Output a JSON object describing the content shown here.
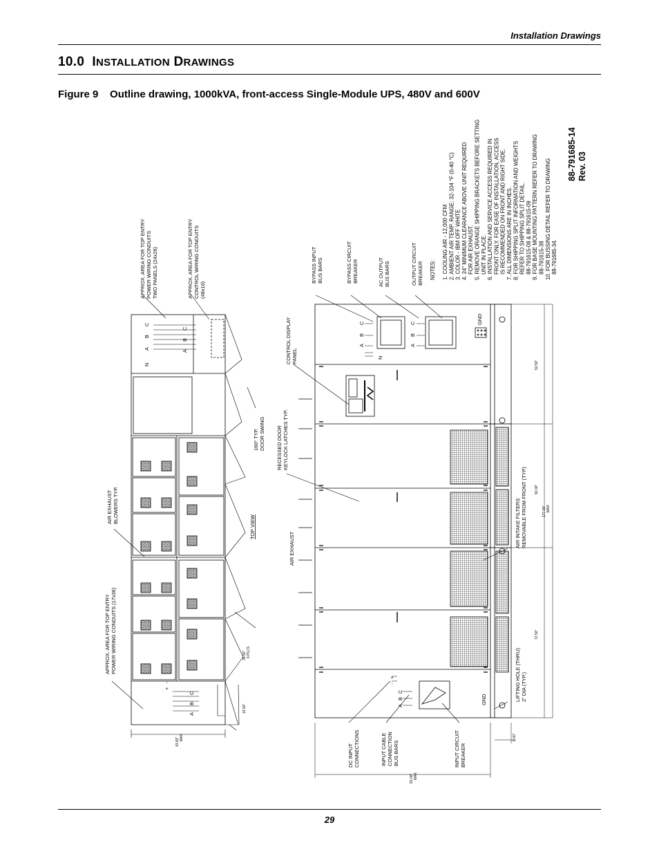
{
  "header": {
    "section": "Installation Drawings"
  },
  "section": {
    "number": "10.0",
    "title_cap1": "I",
    "title_rest1": "NSTALLATION",
    "title_cap2": "D",
    "title_rest2": "RAWINGS"
  },
  "figure": {
    "label": "Figure 9",
    "caption": "Outline drawing, 1000kVA, front-access Single-Module UPS, 480V and 600V"
  },
  "drawing_number": {
    "number": "88-791685-14",
    "revision": "Rev. 03"
  },
  "notes": {
    "heading": "NOTES:",
    "lines": [
      "1. COOLING AIR - 12,000 CFM",
      "2. AMBIENT AIR TEMP. RANGE: 32-104 °F (0-40 °C)",
      "3. COLOR - IBM OFF WHITE",
      "4. 24\" MINIMUM CLEARANCE ABOVE UNIT REQUIRED",
      "FOR AIR EXHAUST.",
      "5. REMOVE ORANGE SHIPPING BRACKETS BEFORE SETTING",
      "UNIT IN PLACE.",
      "6. INSTALLATION AND SERVICE ACCESS REQUIRED IN",
      "FRONT ONLY. FOR EASE OF INSTALLATION, ACCESS",
      "IS RECOMMENDED ON FRONT AND RIGHT SIDE.",
      "7. ALL DIMENSIONS ARE IN INCHES.",
      "8. FOR SHIPPING SPLIT INFORMATION AND WEIGHTS",
      "REFER TO SHIPPING SPLIT DETAIL.",
      "88-791615-08 & 88-791615-09",
      "9. FOR BASE MOUNTING PATTERN REFER TO DRAWING",
      "88-791615-38",
      "10. FOR BUSSING DETAIL REFER TO DRAWING",
      "88-791685-34."
    ]
  },
  "top_view": {
    "title": "TOP VIEW",
    "labels": {
      "power_two_panels": [
        "APPROX. AREA FOR TOP ENTRY",
        "POWER WIRING CONDUITS",
        "TWO PANELS     (24x26)"
      ],
      "control_conduits": [
        "APPROX. AREA FOR TOP ENTRY",
        "CONTROL WIRING CONDUITS",
        "(48x10)"
      ],
      "air_blowers": [
        "AIR EXHAUST",
        "BLOWERS TYP."
      ],
      "power_17x36": [
        "APPROX. AREA FOR TOP ENTRY",
        "POWER WIRING CONDUITS     (17x36)"
      ],
      "door_swing": [
        "160° TYP.",
        "DOOR SWING"
      ]
    },
    "dims": {
      "depth": "43.83\"",
      "depth_note": "MAX",
      "places": "35.50\"",
      "places_note": "6 PLCS",
      "door": "19.50\""
    },
    "phases": [
      "A",
      "B",
      "C",
      "N"
    ],
    "dc_marks": [
      "+",
      "-"
    ]
  },
  "front_view": {
    "labels": {
      "control_panel": [
        "CONTROL DISPLAY",
        "PANEL"
      ],
      "bypass_input": [
        "BYPASS INPUT",
        "BUS BARS"
      ],
      "bypass_breaker": [
        "BYPASS CIRCUIT",
        "BREAKER"
      ],
      "ac_output": [
        "AC OUTPUT",
        "BUS BARS"
      ],
      "output_breaker": [
        "OUTPUT CIRCUIT",
        "BREAKER"
      ],
      "door_latches": [
        "RECESSED DOOR",
        "KEYLOCK LATCHES TYP."
      ],
      "air_exhaust": "AIR EXHAUST",
      "air_intake": [
        "AIR INTAKE FILTERS",
        "REMOVABLE FROM FRONT (TYP)"
      ],
      "lifting_hole": [
        "LIFTING HOLE (THRU)",
        "2\" DIA (TYP.)"
      ],
      "dc_input": [
        "DC INPUT",
        "CONNECTIONS"
      ],
      "input_cable": [
        "INPUT CABLE",
        "CONNECTION",
        "BUS BARS"
      ],
      "input_breaker": [
        "INPUT CIRCUIT",
        "BREAKER"
      ],
      "gnd": "GND"
    },
    "dims": {
      "d1": "52.50\"",
      "d2": "92.00\"",
      "d3": "72.50\"",
      "overall": "177.00\"",
      "overall_note": "MAX",
      "base": "8.00\"",
      "height": "83.00\"",
      "height_note": "MAX"
    }
  },
  "footer": {
    "page": "29"
  }
}
